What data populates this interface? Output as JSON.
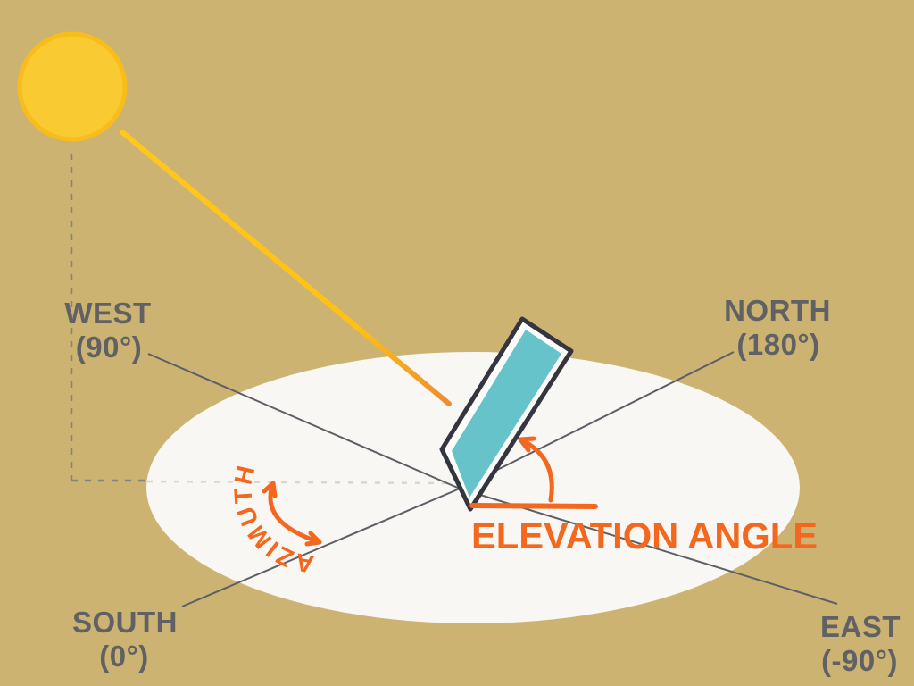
{
  "diagram": {
    "compass": {
      "west": {
        "name": "WEST",
        "angle": "(90°)"
      },
      "north": {
        "name": "NORTH",
        "angle": "(180°)"
      },
      "south": {
        "name": "SOUTH",
        "angle": "(0°)"
      },
      "east": {
        "name": "EAST",
        "angle": "(-90°)"
      }
    },
    "azimuth_label": "AZIMUTH",
    "elevation_label": "ELEVATION ANGLE"
  },
  "icons": {
    "sun": "sun-icon",
    "solar_panel": "solar-panel-icon"
  },
  "colors": {
    "background": "#CDB371",
    "ground": "#F8F7F4",
    "sun_fill": "#F9CA32",
    "sun_ring": "#F8BD19",
    "ray_start": "#FFC81F",
    "ray_mid": "#FFC113",
    "ray_end": "#EE8B33",
    "panel_fill": "#66C3C9",
    "panel_frame": "#35353F",
    "panel_edge": "#FCFCFA",
    "axis_line": "#5C5F66",
    "label_text": "#5F6165",
    "accent_orange": "#F4671E",
    "dash_dark": "#83827B",
    "dash_light": "#DDD5CC"
  }
}
